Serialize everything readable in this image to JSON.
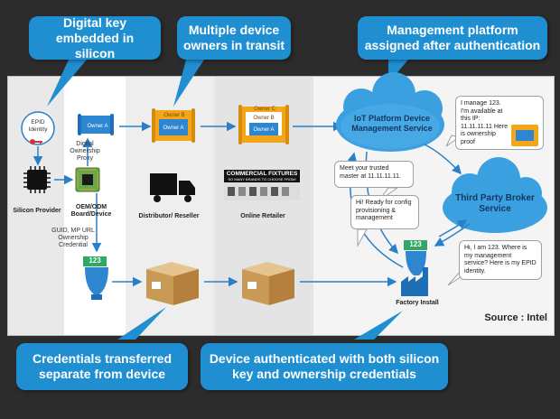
{
  "callouts": {
    "digital_key": "Digital key embedded in silicon",
    "multiple_owners": "Multiple device owners in transit",
    "management_platform": "Management platform assigned after authentication",
    "credentials_transferred": "Credentials transferred separate from device",
    "device_authenticated": "Device authenticated with both silicon key and ownership credentials"
  },
  "nodes": {
    "epid_identity": "EPID Identity",
    "digital_ownership_proxy": "Digital Ownership Proxy",
    "silicon_provider": "Silicon Provider",
    "oem_odm": "OEM/ODM Board/Device",
    "guid_credential": "GUID, MP URL Ownership Credential",
    "distributor": "Distributor/ Reseller",
    "online_retailer": "Online Retailer",
    "factory_install": "Factory Install",
    "owner_a": "Owner A",
    "owner_b": "Owner B",
    "owner_c": "Owner C",
    "device_id": "123",
    "commercial_fixtures_title": "COMMERCIAL FIXTURES",
    "commercial_fixtures_sub": "SO MANY BRANDS TO CHOOSE FROM!"
  },
  "clouds": {
    "iot_platform": "IoT Platform Device Management Service",
    "third_party": "Third Party Broker Service"
  },
  "bubbles": {
    "manage": "I manage 123. I'm available at this IP: 11.11.11.11 Here is ownership proof",
    "trusted_master": "Meet your trusted master at 11.11.11.11.",
    "ready_config": "Hi! Ready for config provisioning & management",
    "hi_123": "Hi, I am 123. Where is my management service? Here is my EPID identity."
  },
  "source": "Source : Intel",
  "colors": {
    "callout_blue": "#1f8fd1",
    "arrow_blue": "#2a7fc9",
    "cloud_blue": "#3aa0e0",
    "scroll_yellow": "#f2a71b",
    "ownership_blue": "#2e86d0"
  }
}
